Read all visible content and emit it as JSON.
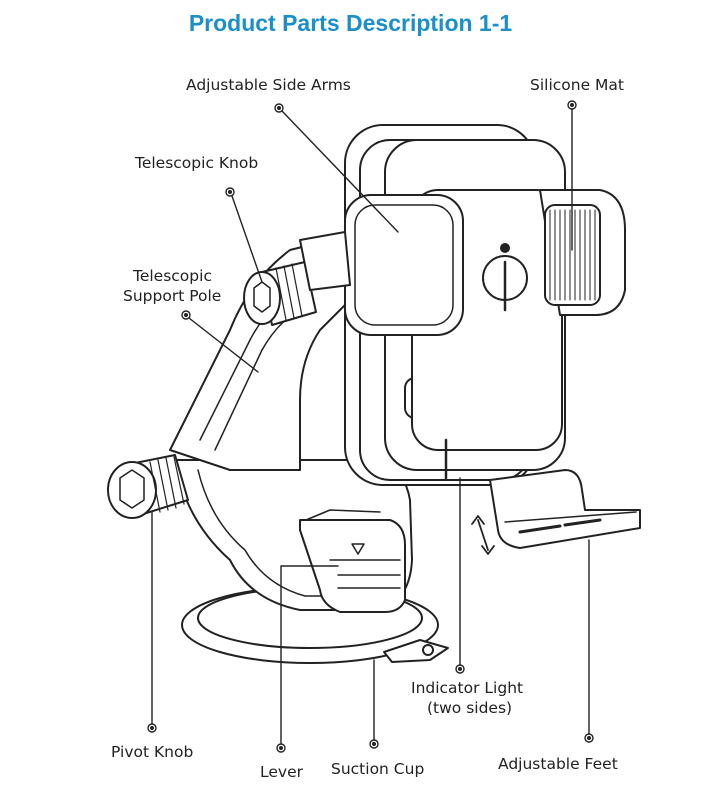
{
  "title": "Product Parts Description 1-1",
  "labels": {
    "adjustable_side_arms": "Adjustable Side Arms",
    "silicone_mat": "Silicone Mat",
    "telescopic_knob": "Telescopic Knob",
    "telescopic_support_pole_1": "Telescopic",
    "telescopic_support_pole_2": "Support Pole",
    "indicator_light_1": "Indicator Light",
    "indicator_light_2": "(two sides)",
    "pivot_knob": "Pivot Knob",
    "lever": "Lever",
    "suction_cup": "Suction Cup",
    "adjustable_feet": "Adjustable Feet"
  },
  "colors": {
    "title": "#1a8fc9",
    "line": "#222222"
  }
}
